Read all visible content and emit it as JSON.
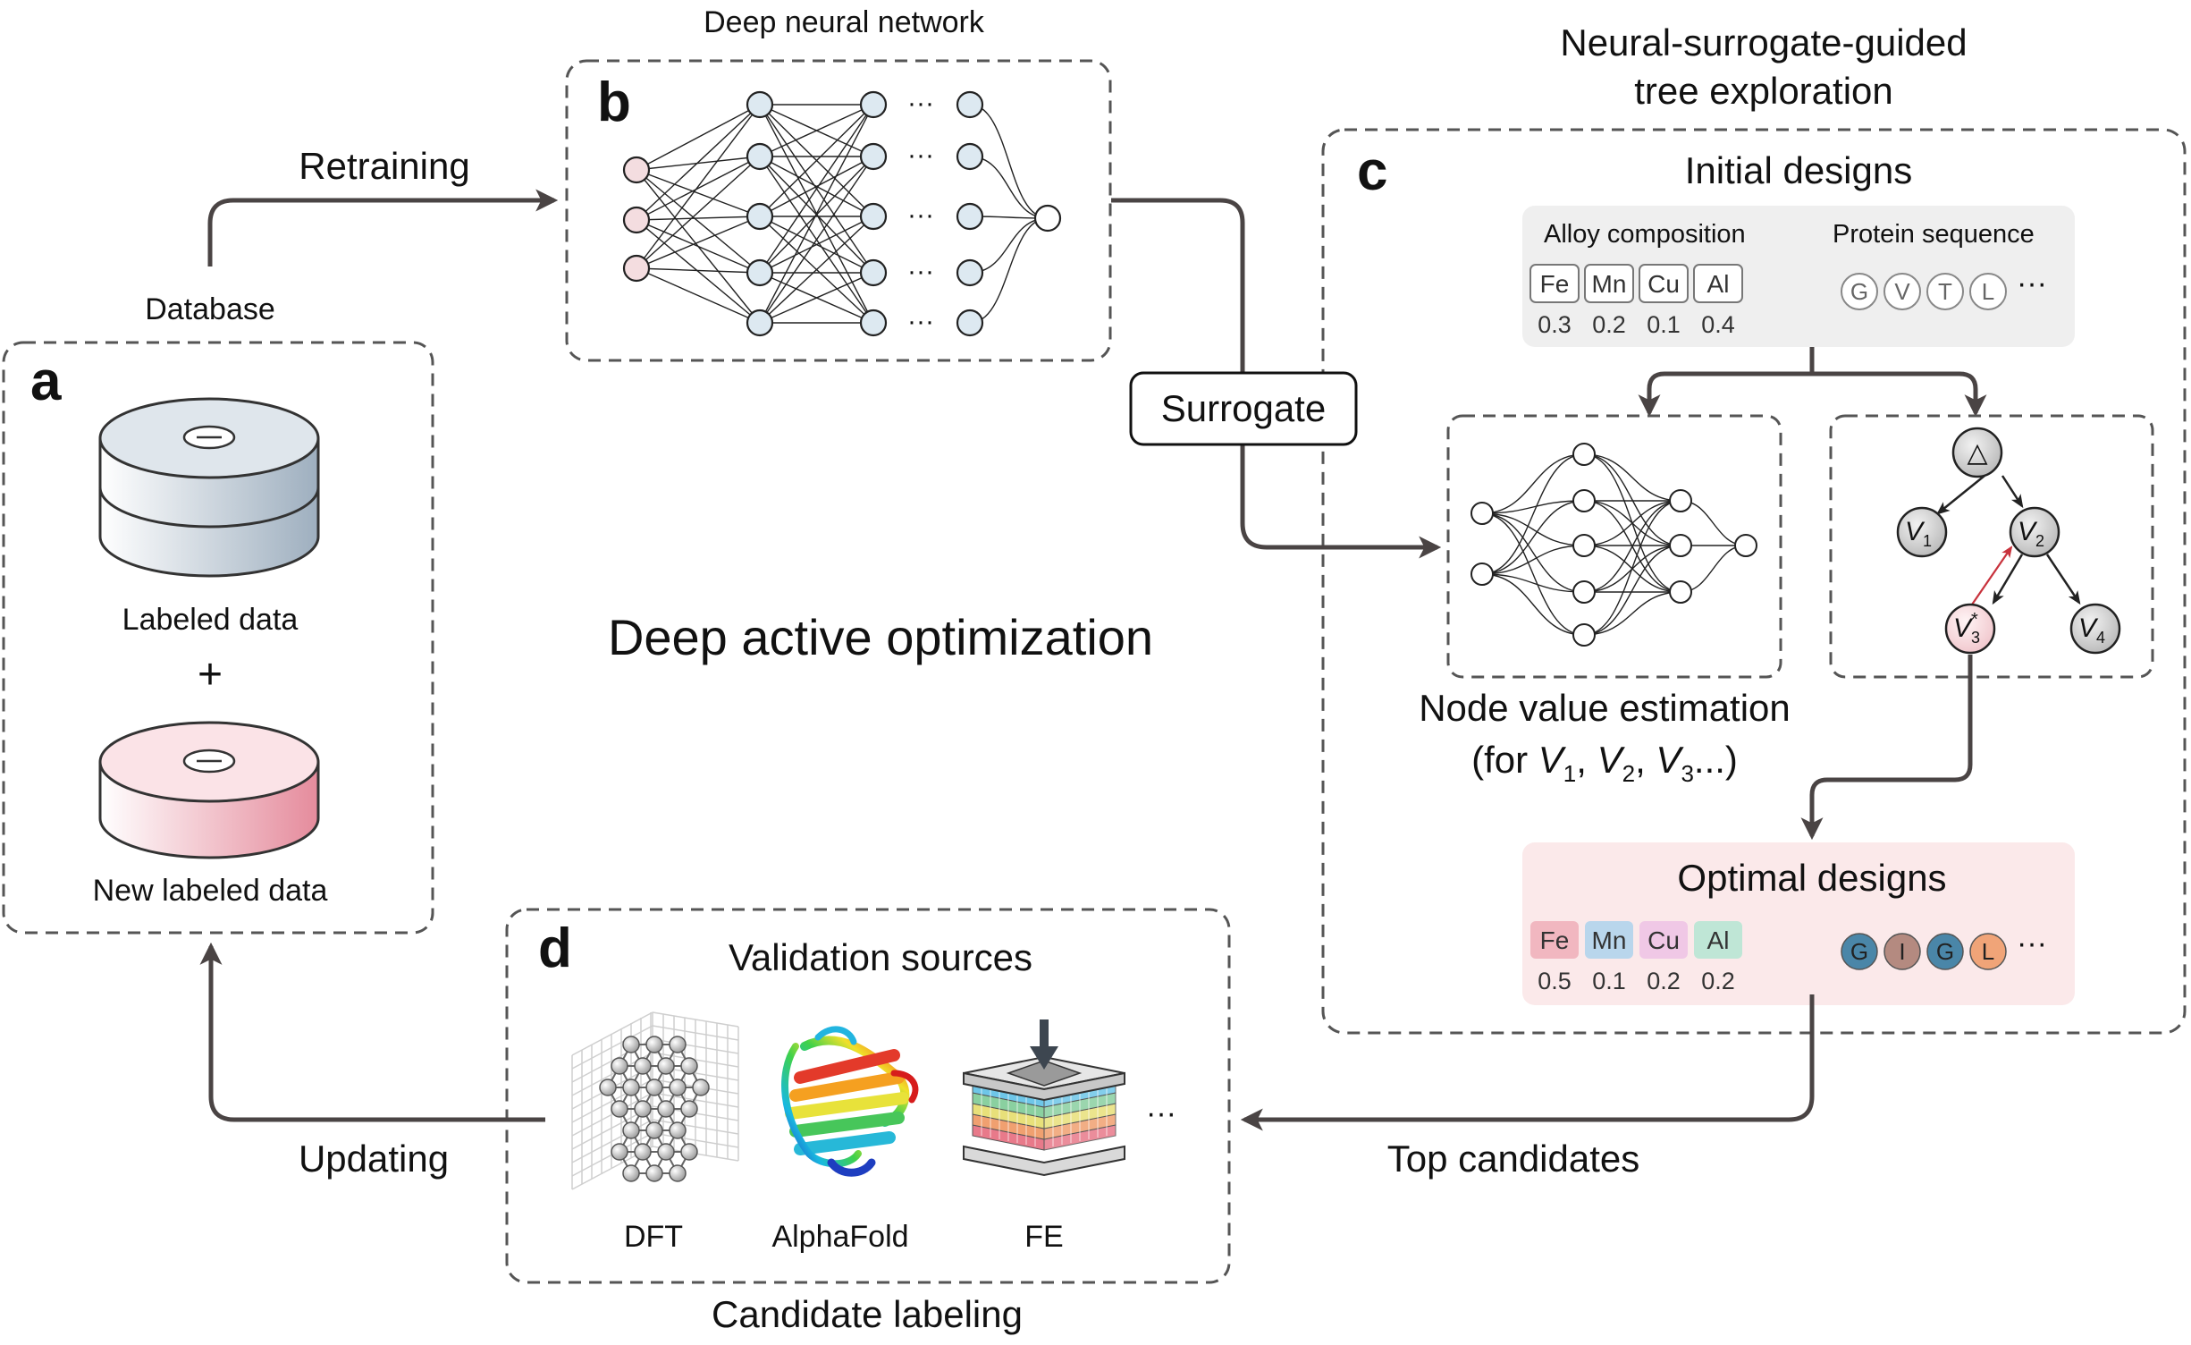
{
  "title": "Deep active optimization",
  "panels": {
    "a": {
      "letter": "a",
      "header": "Database",
      "db1_label": "Labeled data",
      "plus": "+",
      "db2_label": "New labeled data"
    },
    "b": {
      "letter": "b",
      "header": "Deep neural network",
      "ellipsis": "···"
    },
    "c": {
      "letter": "c",
      "header_line1": "Neural-surrogate-guided",
      "header_line2": "tree exploration",
      "initial_title": "Initial designs",
      "alloy_title": "Alloy composition",
      "protein_title": "Protein sequence",
      "alloy_elements": [
        "Fe",
        "Mn",
        "Cu",
        "Al"
      ],
      "alloy_values": [
        "0.3",
        "0.2",
        "0.1",
        "0.4"
      ],
      "protein_residues": [
        "G",
        "V",
        "T",
        "L"
      ],
      "ellipsis": "···",
      "node_value_line1": "Node value estimation",
      "node_value_line2": "(for V1, V2, V3...)",
      "tree_root": "△",
      "tree_nodes": [
        "V1",
        "V2",
        "V3*",
        "V4"
      ],
      "optimal_title": "Optimal designs",
      "optimal_elements": [
        "Fe",
        "Mn",
        "Cu",
        "Al"
      ],
      "optimal_values": [
        "0.5",
        "0.1",
        "0.2",
        "0.2"
      ],
      "optimal_residues": [
        "G",
        "I",
        "G",
        "L"
      ]
    },
    "d": {
      "letter": "d",
      "header": "Validation sources",
      "footer": "Candidate labeling",
      "sources": [
        "DFT",
        "AlphaFold",
        "FE"
      ],
      "ellipsis": "···"
    }
  },
  "flows": {
    "retraining": "Retraining",
    "surrogate": "Surrogate",
    "top_candidates": "Top candidates",
    "updating": "Updating"
  },
  "colors": {
    "input_neuron": "#f4dde0",
    "hidden_neuron": "#dde9f1",
    "db_gray": "#c9d3dc",
    "db_pink": "#f0b9c3",
    "initial_bg": "#efefef",
    "optimal_bg": "#fbe9ea",
    "fe_chip": "#f1b7c0",
    "mn_chip": "#b9d6ec",
    "cu_chip": "#f0c8e6",
    "al_chip": "#bfe6d6",
    "res_g": "#4a86a8",
    "res_i": "#b48a80",
    "res_l": "#f0a478"
  }
}
